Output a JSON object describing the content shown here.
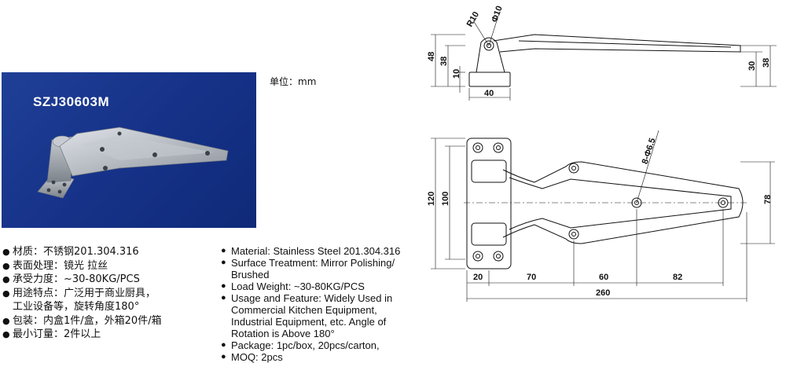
{
  "model": "SZJ30603M",
  "unit": "单位：mm",
  "specs_cn": [
    {
      "label": "材质：不锈钢201.304.316",
      "cont": ""
    },
    {
      "label": "表面处理：镜光 拉丝",
      "cont": ""
    },
    {
      "label": "承受力度：~30-80KG/PCS",
      "cont": ""
    },
    {
      "label": "用途特点：广泛用于商业厨具，",
      "cont": "工业设备等，旋转角度180°"
    },
    {
      "label": "包装：内盒1件/盒，外箱20件/箱",
      "cont": ""
    },
    {
      "label": "最小订量：2件以上",
      "cont": ""
    }
  ],
  "specs_en": [
    {
      "lines": [
        "Material: Stainless Steel 201.304.316"
      ]
    },
    {
      "lines": [
        "Surface Treatment: Mirror Polishing/",
        "Brushed"
      ]
    },
    {
      "lines": [
        "Load Weight: ~30-80KG/PCS"
      ]
    },
    {
      "lines": [
        "Usage and Feature: Widely Used in",
        "Commercial Kitchen Equipment,",
        "Industrial Equipment, etc. Angle of",
        "Rotation is Above 180°"
      ]
    },
    {
      "lines": [
        "Package: 1pc/box, 20pcs/carton,"
      ]
    },
    {
      "lines": [
        "MOQ: 2pcs"
      ]
    }
  ],
  "bullet": "●",
  "dimensions": {
    "side_r10": "R10",
    "side_phi10": "Φ10",
    "side_48": "48",
    "side_38_left": "38",
    "side_10": "10",
    "side_40": "40",
    "side_30": "30",
    "side_38_right": "38",
    "top_120": "120",
    "top_100": "100",
    "top_78": "78",
    "top_holes": "8-Φ6.5",
    "top_20": "20",
    "top_70": "70",
    "top_60": "60",
    "top_82": "82",
    "top_260": "260"
  }
}
